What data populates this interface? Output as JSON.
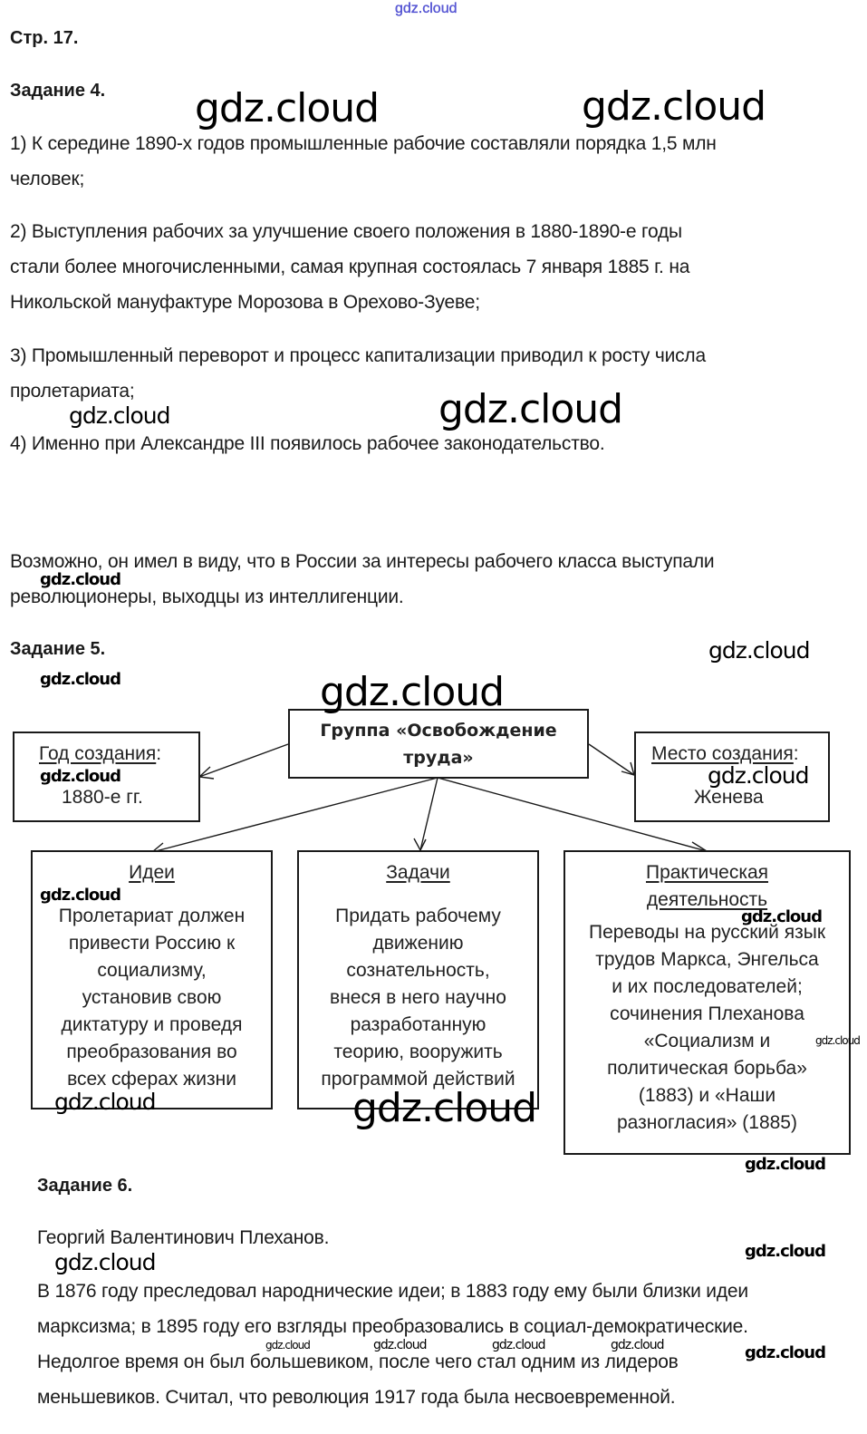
{
  "watermark": {
    "text": "gdz.cloud"
  },
  "page_label": "Стр. 17.",
  "task4": {
    "heading": "Задание 4.",
    "items": [
      {
        "lines": [
          "1) К середине 1890-х годов промышленные рабочие составляли порядка 1,5 млн",
          "человек;"
        ]
      },
      {
        "lines": [
          "2) Выступления рабочих за улучшение своего положения в 1880-1890-е годы",
          "стали более многочисленными, самая крупная состоялась 7 января 1885 г. на",
          "Никольской мануфактуре Морозова в Орехово-Зуеве;"
        ]
      },
      {
        "lines": [
          "3) Промышленный переворот и процесс капитализации приводил к росту числа",
          "пролетариата;"
        ]
      },
      {
        "lines": [
          "4) Именно при Александре III появилось рабочее законодательство."
        ]
      }
    ],
    "note_lines": [
      "Возможно, он имел в виду, что в России за интересы рабочего класса выступали",
      "революционеры, выходцы из интеллигенции."
    ]
  },
  "task5": {
    "heading": "Задание 5.",
    "diagram": {
      "center": {
        "lines": [
          "Группа «Освобождение",
          "труда»"
        ]
      },
      "year_box": {
        "title": "Год создания",
        "suffix": ":",
        "value": "1880-е гг."
      },
      "place_box": {
        "title": "Место создания",
        "suffix": ":",
        "value": "Женева"
      },
      "ideas_box": {
        "title": "Идеи",
        "lines": [
          "Пролетариат должен",
          "привести Россию к",
          "социализму,",
          "установив свою",
          "диктатуру и проведя",
          "преобразования во",
          "всех сферах жизни"
        ]
      },
      "tasks_box": {
        "title": "Задачи",
        "lines": [
          "Придать рабочему",
          "движению",
          "сознательность,",
          "внеся в него научно",
          "разработанную",
          "теорию, вооружить",
          "программой действий"
        ]
      },
      "practice_box": {
        "title_lines": [
          "Практическая",
          "деятельность"
        ],
        "lines": [
          "Переводы на русский язык",
          "трудов Маркса, Энгельса",
          "и их последователей;",
          "сочинения Плеханова",
          "«Социализм и",
          "политическая борьба»",
          "(1883) и «Наши",
          "разногласия» (1885)"
        ]
      }
    }
  },
  "task6": {
    "heading": "Задание 6.",
    "name_line": "Георгий Валентинович Плеханов.",
    "lines": [
      "В 1876 году преследовал народнические идеи; в 1883 году ему были близки идеи",
      "марксизма; в 1895 году его взгляды преобразовались в социал-демократические.",
      "Недолгое время он был большевиком, после чего стал одним из лидеров",
      "меньшевиков. Считал, что революция 1917 года была несвоевременной."
    ]
  }
}
